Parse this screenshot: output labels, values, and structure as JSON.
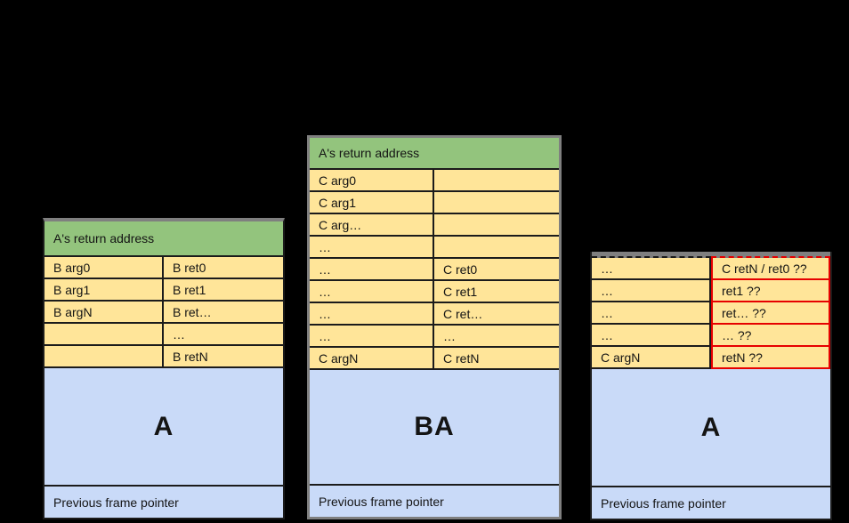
{
  "page": {
    "background": "#000000"
  },
  "colors": {
    "header_green": "#93c47d",
    "cell_yellow": "#ffe599",
    "frame_blue": "#c9daf8",
    "red_highlight": "#e60000",
    "outer_gray_border": "#7f7f7f",
    "cell_line_black": "#1b1b1b"
  },
  "frames": [
    {
      "name": "left-frame",
      "header": "A's return address",
      "rows": [
        {
          "left": "B arg0",
          "right": "B ret0"
        },
        {
          "left": "B arg1",
          "right": "B ret1"
        },
        {
          "left": "B argN",
          "right": "B ret…"
        },
        {
          "left": "",
          "right": "…"
        },
        {
          "left": "",
          "right": "B retN"
        }
      ],
      "owner_label": "A",
      "footer": "Previous frame pointer"
    },
    {
      "name": "middle-frame",
      "header": "A's return address",
      "rows": [
        {
          "left": "C arg0",
          "right": ""
        },
        {
          "left": "C arg1",
          "right": ""
        },
        {
          "left": "C arg…",
          "right": ""
        },
        {
          "left": "…",
          "right": ""
        },
        {
          "left": "…",
          "right": "C ret0"
        },
        {
          "left": "…",
          "right": "C ret1"
        },
        {
          "left": "…",
          "right": "C ret…"
        },
        {
          "left": "…",
          "right": "…"
        },
        {
          "left": "C argN",
          "right": "C retN"
        }
      ],
      "owner_label": "BA",
      "footer": "Previous frame pointer"
    },
    {
      "name": "right-frame",
      "red_right_column": true,
      "rows": [
        {
          "left": "…",
          "right": "C retN / ret0 ??"
        },
        {
          "left": "…",
          "right": "ret1 ??"
        },
        {
          "left": "…",
          "right": "ret… ??"
        },
        {
          "left": "…",
          "right": "… ??"
        },
        {
          "left": "C argN",
          "right": "retN ??"
        }
      ],
      "owner_label": "A",
      "footer": "Previous frame pointer"
    }
  ]
}
